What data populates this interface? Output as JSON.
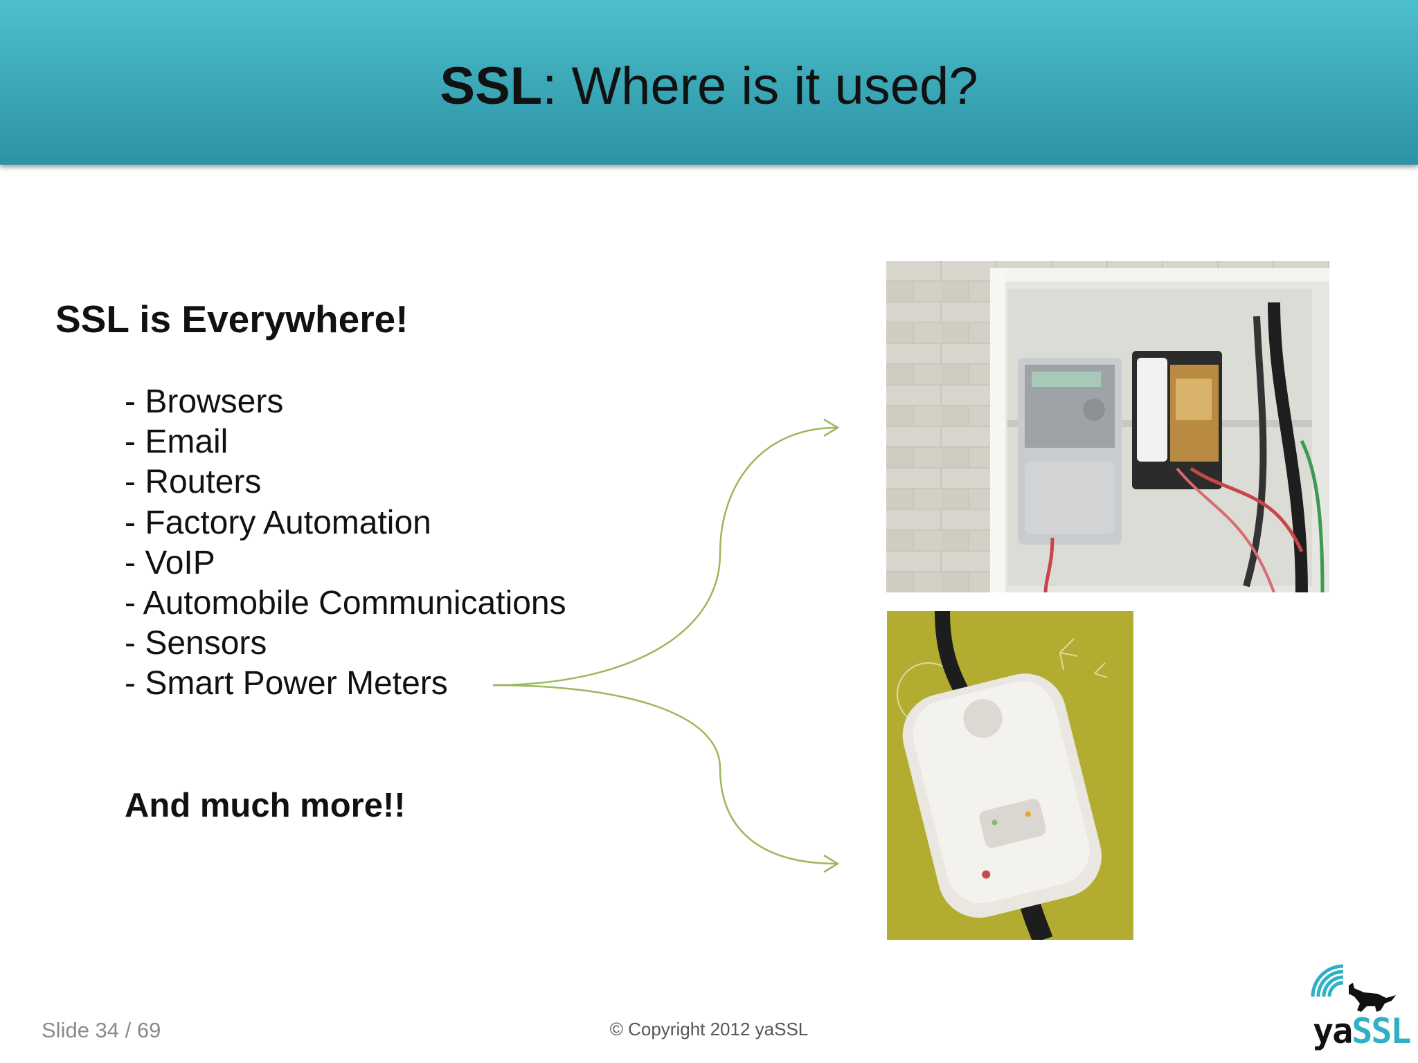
{
  "slide": {
    "title_bold": "SSL",
    "title_rest": ": Where is it used?",
    "heading": "SSL is Everywhere!",
    "bullets": [
      "- Browsers",
      "- Email",
      "- Routers",
      "- Factory Automation",
      "- VoIP",
      "- Automobile Communications",
      "- Sensors",
      "- Smart Power Meters"
    ],
    "closing": "And much more!!"
  },
  "footer": {
    "slide_number": "Slide 34 / 69",
    "copyright": "© Copyright 2012 yaSSL"
  },
  "logo": {
    "text_ya": "ya",
    "text_ssl": "SSL",
    "icon": "wolf-with-signal-waves-icon"
  },
  "colors": {
    "header": "#3aa6b6",
    "arrow": "#9bb85a",
    "logo_accent": "#2fb0c4"
  }
}
